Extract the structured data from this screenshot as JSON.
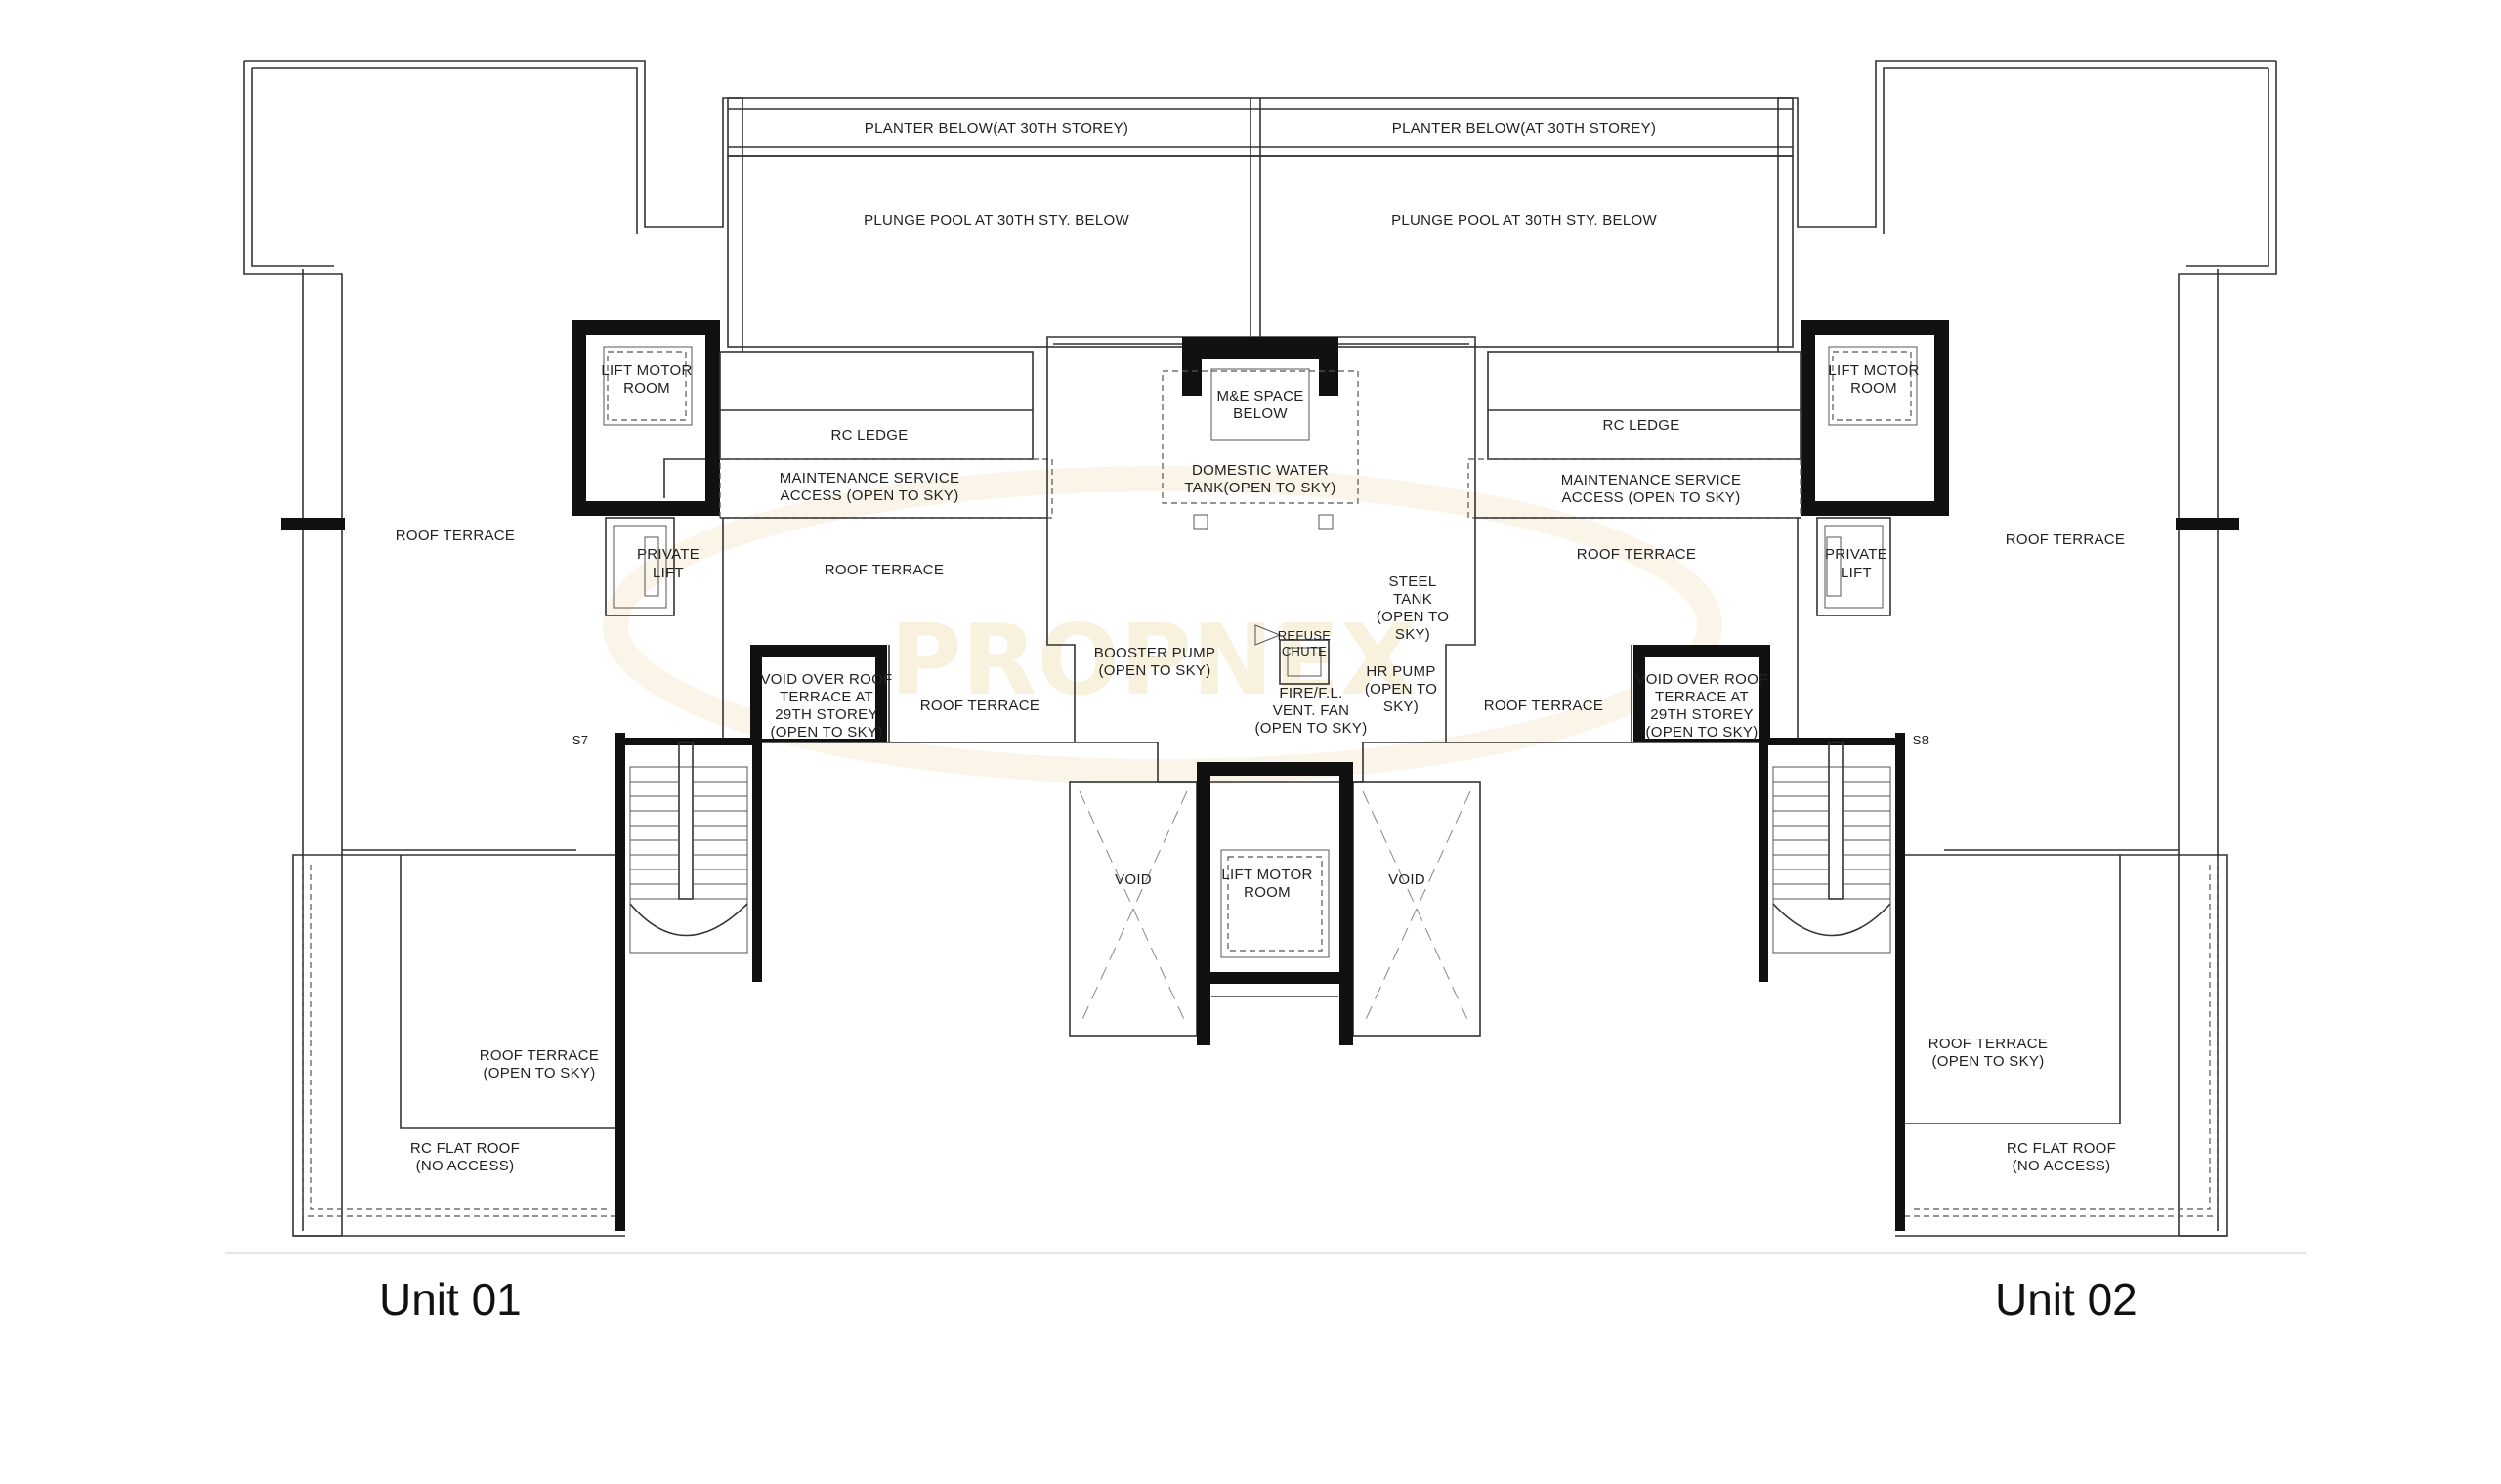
{
  "units": {
    "left": "Unit 01",
    "right": "Unit 02"
  },
  "labels": {
    "planter_left": "PLANTER BELOW(AT 30TH STOREY)",
    "planter_right": "PLANTER BELOW(AT 30TH STOREY)",
    "plunge_left": "PLUNGE POOL AT 30TH STY. BELOW",
    "plunge_right": "PLUNGE POOL AT 30TH STY. BELOW",
    "lift_motor_left_1": "LIFT MOTOR",
    "lift_motor_left_2": "ROOM",
    "lift_motor_right_1": "LIFT MOTOR",
    "lift_motor_right_2": "ROOM",
    "lift_motor_center_1": "LIFT MOTOR",
    "lift_motor_center_2": "ROOM",
    "rc_ledge_left": "RC LEDGE",
    "rc_ledge_right": "RC LEDGE",
    "maint_left_1": "MAINTENANCE SERVICE",
    "maint_left_2": "ACCESS (OPEN TO SKY)",
    "maint_right_1": "MAINTENANCE SERVICE",
    "maint_right_2": "ACCESS (OPEN TO SKY)",
    "me_space_1": "M&E SPACE",
    "me_space_2": "BELOW",
    "domestic_1": "DOMESTIC WATER",
    "domestic_2": "TANK(OPEN TO SKY)",
    "roof_terrace_far_left": "ROOF TERRACE",
    "roof_terrace_far_right": "ROOF TERRACE",
    "roof_terrace_mid_left": "ROOF TERRACE",
    "roof_terrace_mid_right": "ROOF TERRACE",
    "roof_terrace_small_left": "ROOF TERRACE",
    "roof_terrace_small_right": "ROOF TERRACE",
    "private_lift_left_1": "PRIVATE",
    "private_lift_left_2": "LIFT",
    "private_lift_right_1": "PRIVATE",
    "private_lift_right_2": "LIFT",
    "void_over_left_1": "VOID OVER ROOF",
    "void_over_left_2": "TERRACE AT",
    "void_over_left_3": "29TH STOREY",
    "void_over_left_4": "(OPEN TO SKY)",
    "void_over_right_1": "VOID OVER ROOF",
    "void_over_right_2": "TERRACE AT",
    "void_over_right_3": "29TH STOREY",
    "void_over_right_4": "(OPEN TO SKY)",
    "booster_1": "BOOSTER PUMP",
    "booster_2": "(OPEN TO SKY)",
    "steel_1": "STEEL",
    "steel_2": "TANK",
    "steel_3": "(OPEN TO",
    "steel_4": "SKY)",
    "hr_1": "HR  PUMP",
    "hr_2": "(OPEN TO",
    "hr_3": "SKY)",
    "refuse_1": "REFUSE",
    "refuse_2": "CHUTE",
    "fire_1": "FIRE/F.L.",
    "fire_2": "VENT. FAN",
    "fire_3": "(OPEN TO SKY)",
    "void_left": "VOID",
    "void_right": "VOID",
    "rt_open_left_1": "ROOF TERRACE",
    "rt_open_left_2": "(OPEN TO SKY)",
    "rt_open_right_1": "ROOF TERRACE",
    "rt_open_right_2": "(OPEN TO SKY)",
    "rc_flat_left_1": "RC FLAT ROOF",
    "rc_flat_left_2": "(NO ACCESS)",
    "rc_flat_right_1": "RC FLAT ROOF",
    "rc_flat_right_2": "(NO ACCESS)",
    "stair_left_tag": "S7",
    "stair_right_tag": "S8"
  },
  "watermark": {
    "brand": "PROPNEX",
    "color": "#f3e6c4"
  }
}
